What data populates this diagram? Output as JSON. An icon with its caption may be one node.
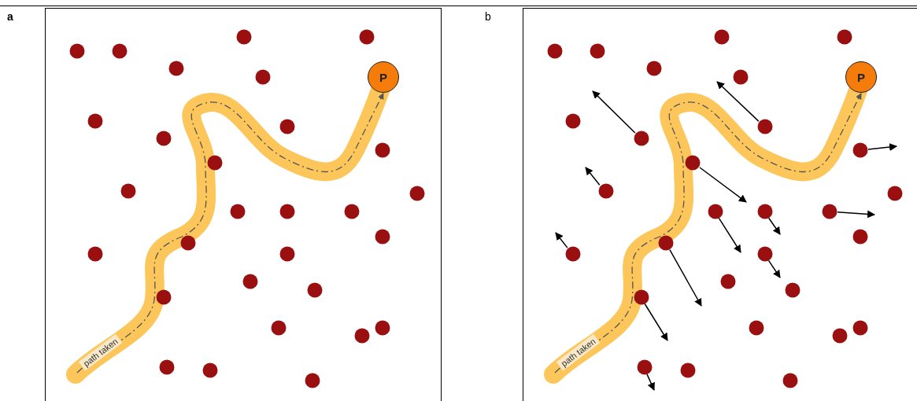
{
  "diagram": {
    "nodes": [
      {
        "text": [
          "a"
        ]
      },
      {
        "text": [
          "path taken"
        ],
        "in": 0
      },
      {
        "text": [
          "P"
        ],
        "in": 0
      },
      {
        "text": [
          "b"
        ]
      },
      {
        "text": [
          "path taken"
        ],
        "in": 3
      },
      {
        "text": [
          "P"
        ],
        "in": 3
      }
    ],
    "edges": [
      {
        "from": 1,
        "to": 2,
        "arrow": "to",
        "style": "dashed"
      },
      {
        "from": 4,
        "to": 5,
        "arrow": "to",
        "style": "dashed"
      }
    ]
  }
}
